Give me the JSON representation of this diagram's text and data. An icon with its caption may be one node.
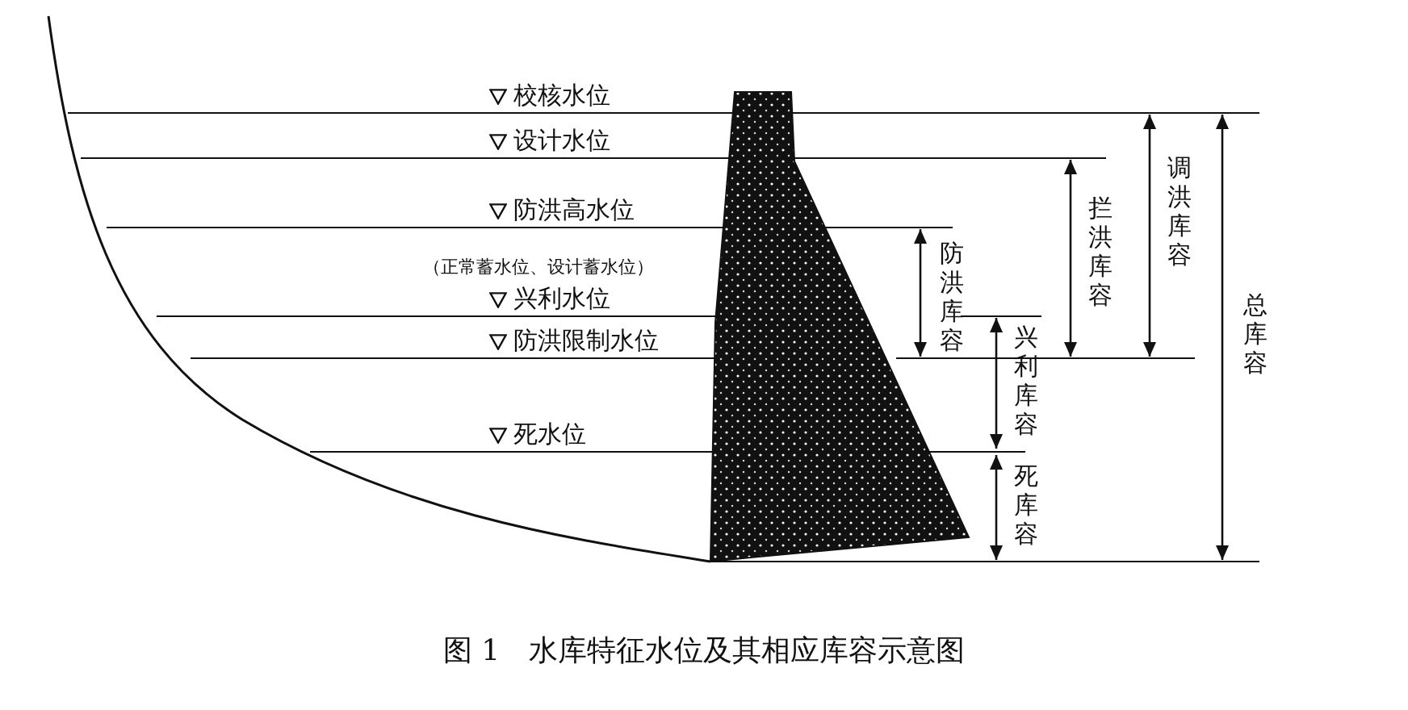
{
  "diagram": {
    "caption": "图 1　水库特征水位及其相应库容示意图",
    "labels": [
      "校核水位",
      "设计水位",
      "防洪高水位",
      "（正常蓄水位、设计蓄水位）",
      "兴利水位",
      "防洪限制水位",
      "死水位",
      "防洪库容",
      "兴利库容",
      "死库容",
      "拦洪库容",
      "调洪库容",
      "总库容"
    ]
  }
}
